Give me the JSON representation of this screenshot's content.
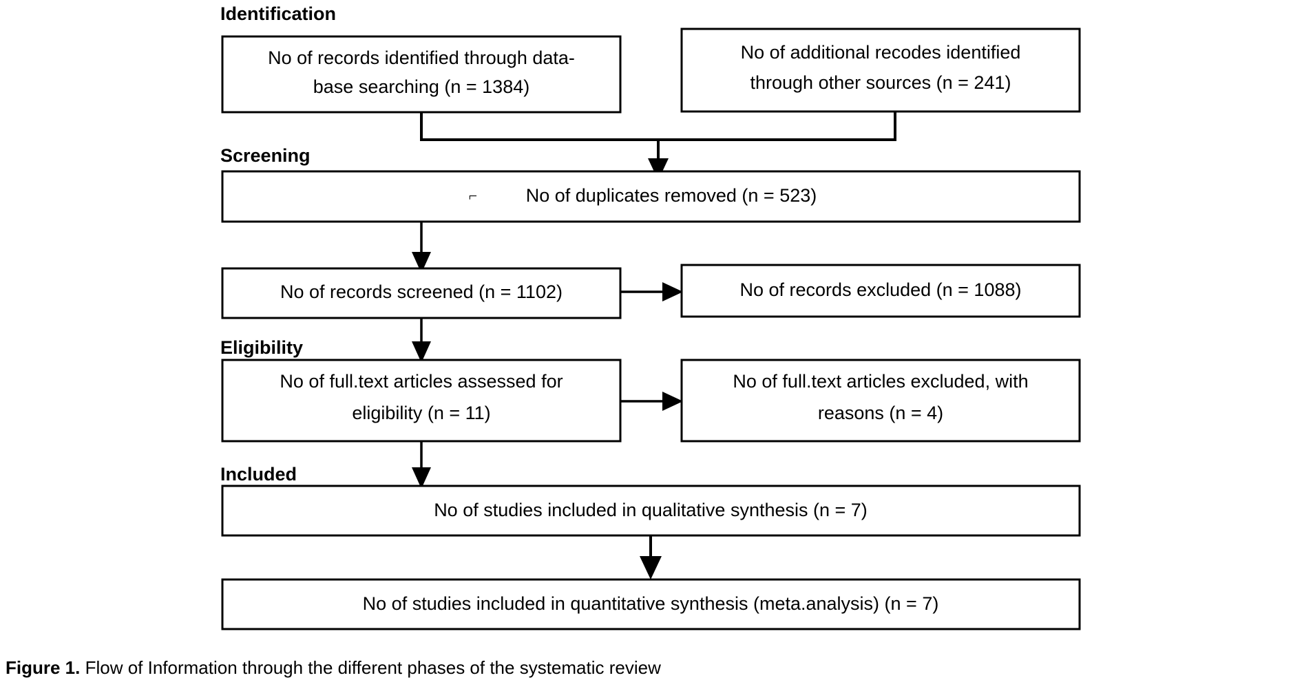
{
  "figure": {
    "caption_label": "Figure 1.",
    "caption_text": " Flow of Information through the different phases of the systematic review"
  },
  "colors": {
    "background": "#ffffff",
    "stroke": "#000000",
    "text": "#000000"
  },
  "phases": [
    {
      "id": "identification",
      "label": "Identification"
    },
    {
      "id": "screening",
      "label": "Screening"
    },
    {
      "id": "eligibility",
      "label": "Eligibility"
    },
    {
      "id": "included",
      "label": "Included"
    }
  ],
  "boxes": {
    "records_identified": {
      "line1": "No of records identified through data-",
      "line2": "base searching (n = 1384)",
      "n": 1384
    },
    "additional_records": {
      "line1": "No of additional recodes identified",
      "line2": "through other sources (n = 241)",
      "n": 241
    },
    "duplicates_removed": {
      "stray_glyph": "⌐",
      "line1": "No of duplicates removed (n = 523)",
      "n": 523
    },
    "records_screened": {
      "line1": "No of records screened (n = 1102)",
      "n": 1102
    },
    "records_excluded": {
      "line1": "No of records excluded (n = 1088)",
      "n": 1088
    },
    "fulltext_assessed": {
      "line1": "No of full.text articles assessed for",
      "line2": "eligibility (n = 11)",
      "n": 11
    },
    "fulltext_excluded": {
      "line1": "No of full.text articles excluded, with",
      "line2": "reasons (n = 4)",
      "n": 4
    },
    "qualitative_synthesis": {
      "line1": "No of studies included in qualitative synthesis (n = 7)",
      "n": 7
    },
    "quantitative_synthesis": {
      "line1": "No of studies included in quantitative synthesis (meta.analysis) (n = 7)",
      "n": 7
    }
  },
  "chart_data": {
    "type": "diagram",
    "title": "PRISMA flow diagram",
    "nodes": [
      {
        "id": "records_identified",
        "phase": "Identification",
        "label": "No of records identified through database searching",
        "n": 1384
      },
      {
        "id": "additional_records",
        "phase": "Identification",
        "label": "No of additional recodes identified through other sources",
        "n": 241
      },
      {
        "id": "duplicates_removed",
        "phase": "Screening",
        "label": "No of duplicates removed",
        "n": 523
      },
      {
        "id": "records_screened",
        "phase": "Screening",
        "label": "No of records screened",
        "n": 1102
      },
      {
        "id": "records_excluded",
        "phase": "Screening",
        "label": "No of records excluded",
        "n": 1088
      },
      {
        "id": "fulltext_assessed",
        "phase": "Eligibility",
        "label": "No of full.text articles assessed for eligibility",
        "n": 11
      },
      {
        "id": "fulltext_excluded",
        "phase": "Eligibility",
        "label": "No of full.text articles excluded, with reasons",
        "n": 4
      },
      {
        "id": "qualitative_synthesis",
        "phase": "Included",
        "label": "No of studies included in qualitative synthesis",
        "n": 7
      },
      {
        "id": "quantitative_synthesis",
        "phase": "Included",
        "label": "No of studies included in quantitative synthesis (meta.analysis)",
        "n": 7
      }
    ],
    "edges": [
      {
        "from": "records_identified",
        "to": "duplicates_removed",
        "direction": "down"
      },
      {
        "from": "additional_records",
        "to": "duplicates_removed",
        "direction": "down"
      },
      {
        "from": "duplicates_removed",
        "to": "records_screened",
        "direction": "down"
      },
      {
        "from": "records_screened",
        "to": "records_excluded",
        "direction": "right"
      },
      {
        "from": "records_screened",
        "to": "fulltext_assessed",
        "direction": "down"
      },
      {
        "from": "fulltext_assessed",
        "to": "fulltext_excluded",
        "direction": "right"
      },
      {
        "from": "fulltext_assessed",
        "to": "qualitative_synthesis",
        "direction": "down"
      },
      {
        "from": "qualitative_synthesis",
        "to": "quantitative_synthesis",
        "direction": "down"
      }
    ]
  }
}
